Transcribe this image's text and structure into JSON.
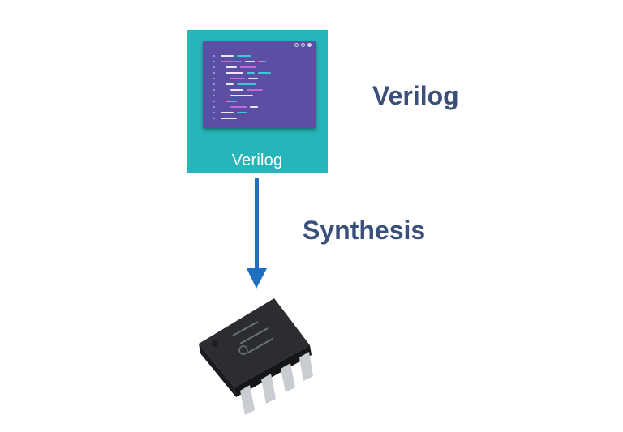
{
  "card": {
    "label": "Verilog",
    "icon": "code-editor-window-icon",
    "background": "#26b5b8"
  },
  "labels": {
    "language": "Verilog",
    "step": "Synthesis",
    "color": "#3a4f7a"
  },
  "arrow": {
    "color": "#1f6fc0"
  },
  "chip": {
    "icon": "dip-8-ic-chip-icon"
  }
}
